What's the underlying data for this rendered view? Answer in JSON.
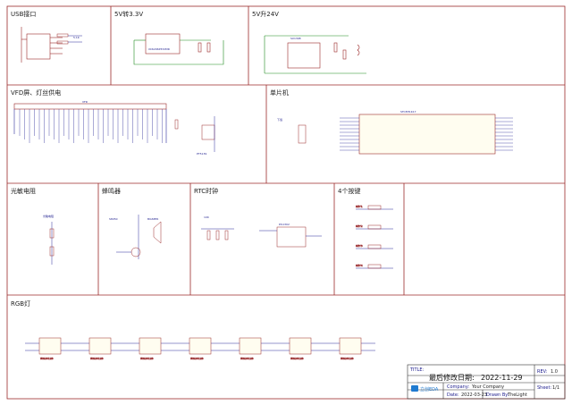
{
  "sections": {
    "usb": "USB接口",
    "v5_to_3v3": "5V转3.3V",
    "v5_to_24v": "5V升24V",
    "vfd": "VFD屏、灯丝供电",
    "mcu": "单片机",
    "ldr": "光敏电阻",
    "buzzer": "蜂鸣器",
    "rtc": "RTC时钟",
    "keys": "4个按键",
    "rgb": "RGB灯"
  },
  "labels": {
    "usb_note": "5.1K",
    "ldo": "XC6206P332MR",
    "boost": "SX1308",
    "vfd_model": "VFD",
    "filament_driver": "PT5139",
    "mcu_part": "STC8H1K17",
    "download": "下载",
    "ldr": "光敏电阻",
    "buzzer_driver": "S8050",
    "buzzer_part": "BUZZER",
    "rtc_pullup": "10K",
    "rtc_part": "DS1302",
    "key_labels": [
      "KEY1",
      "KEY2",
      "KEY3",
      "KEY4"
    ]
  },
  "rgb": {
    "led_count": 7,
    "led_part": "WS2812B"
  },
  "title_block": {
    "title_label": "TITLE:",
    "last_modified_label": "最后修改日期:",
    "last_modified_date": "2022-11-29",
    "company_label": "Company:",
    "company": "Your Company",
    "date_label": "Date:",
    "date": "2022-03-23",
    "drawn_by_label": "Drawn By:",
    "drawn_by": "TheLight",
    "rev_label": "REV:",
    "rev": "1.0",
    "sheet_label": "Sheet:",
    "sheet": "1/1"
  },
  "colors": {
    "frame": "#9b2a2a",
    "wire": "#2a2a9b",
    "power_wire": "#1f8a1f",
    "logo": "#1f7ad0"
  }
}
